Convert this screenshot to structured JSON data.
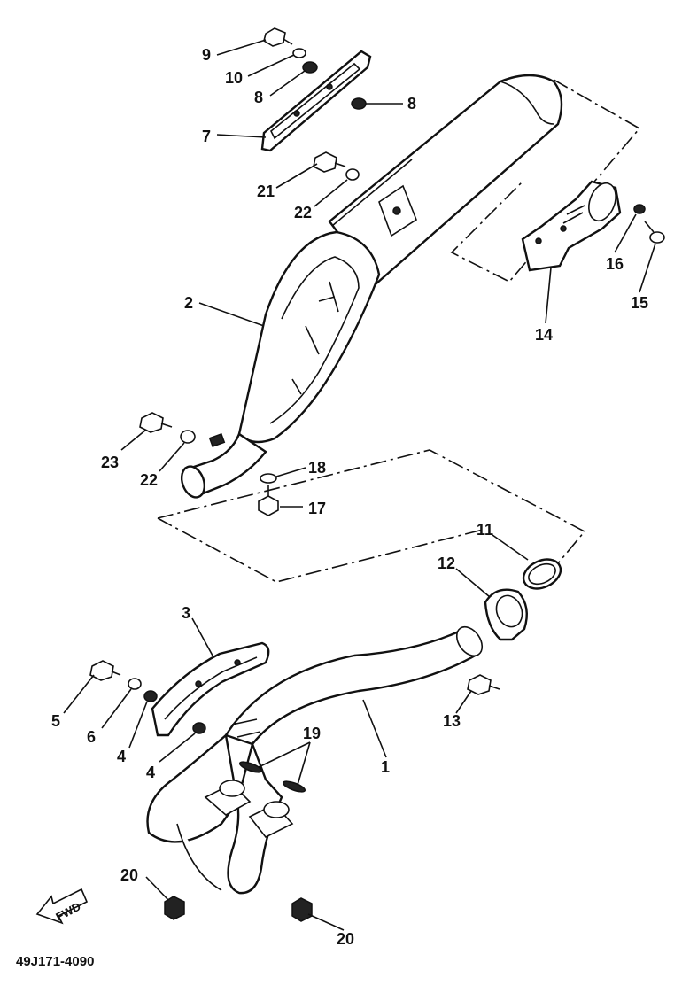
{
  "diagram": {
    "part_numbers": [
      "9",
      "10",
      "8",
      "8",
      "7",
      "21",
      "22",
      "2",
      "16",
      "15",
      "14",
      "23",
      "22",
      "18",
      "17",
      "11",
      "12",
      "3",
      "5",
      "6",
      "4",
      "4",
      "19",
      "1",
      "13",
      "20",
      "20"
    ],
    "fwd_label": "FWD",
    "drawing_code": "49J171-4090"
  }
}
